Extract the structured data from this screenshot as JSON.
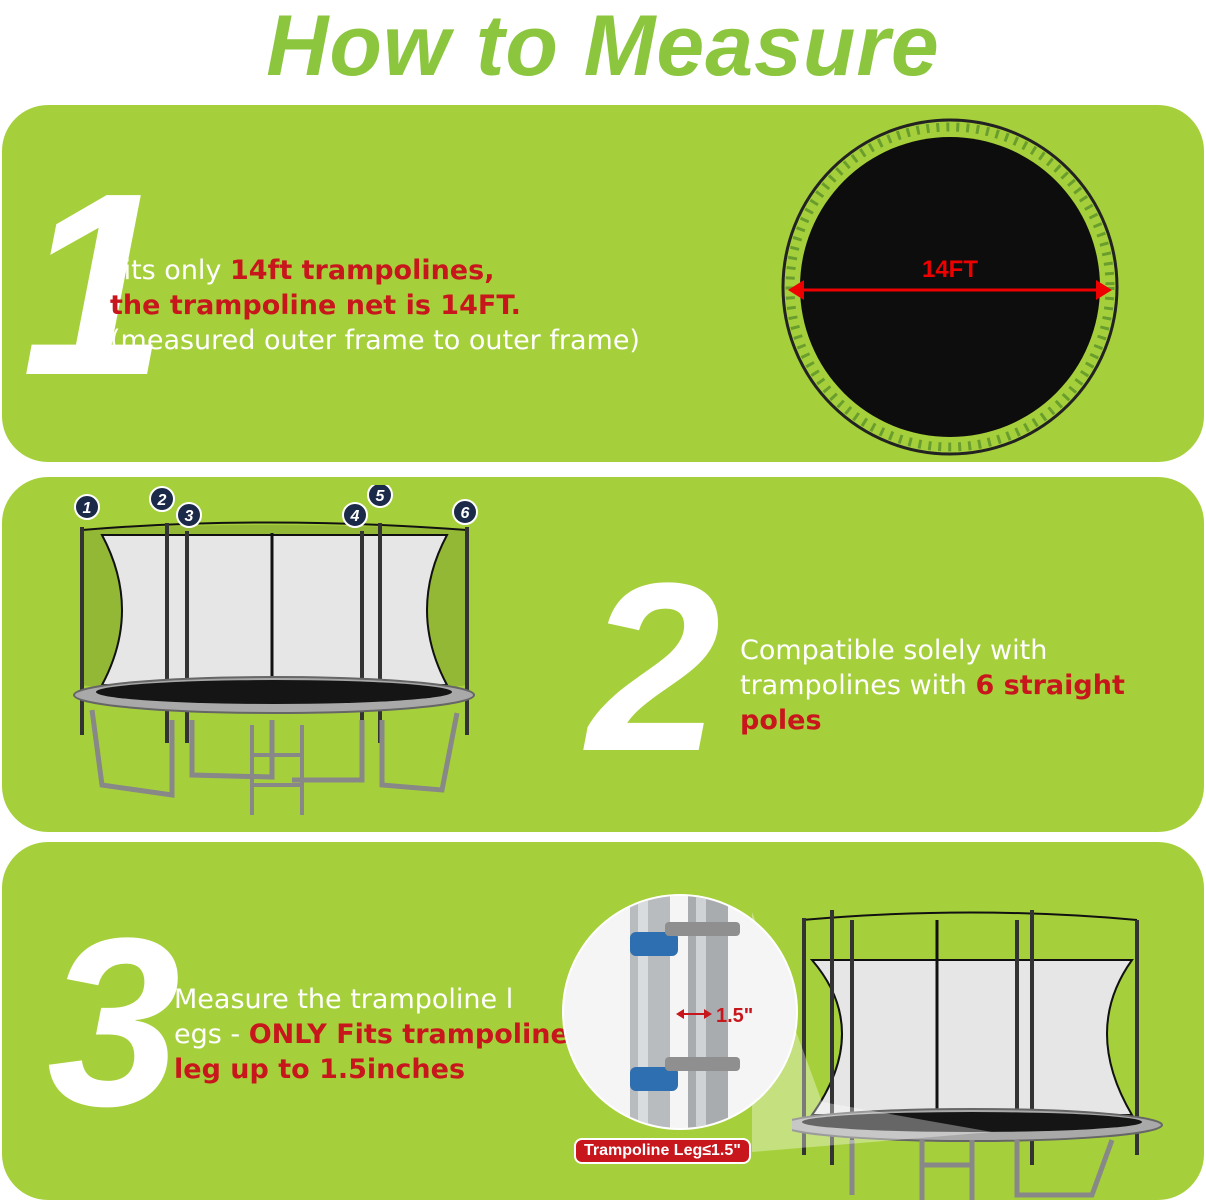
{
  "title": "How to Measure",
  "step1": {
    "number": "1",
    "line1_prefix": "Fits only ",
    "line1_red": "14ft trampolines,",
    "line2_red": "the trampoline net is 14FT.",
    "line3": "(measured outer frame to outer frame)",
    "diagram_label": "14FT"
  },
  "step2": {
    "number": "2",
    "line1": "Compatible solely with",
    "line2_prefix": "trampolines with ",
    "line2_red": "6 straight poles",
    "pole_labels": [
      "1",
      "2",
      "3",
      "4",
      "5",
      "6"
    ]
  },
  "step3": {
    "number": "3",
    "line1": "Measure the trampoline l",
    "line2_prefix": "egs - ",
    "line2_red": "ONLY Fits trampoline",
    "line3_red": "leg up to 1.5inches",
    "leg_measure": "1.5\"",
    "badge": "Trampoline Leg≤1.5\""
  },
  "colors": {
    "title_green": "#8cc63f",
    "panel_green": "#a6d03b",
    "accent_red": "#c8161d"
  }
}
